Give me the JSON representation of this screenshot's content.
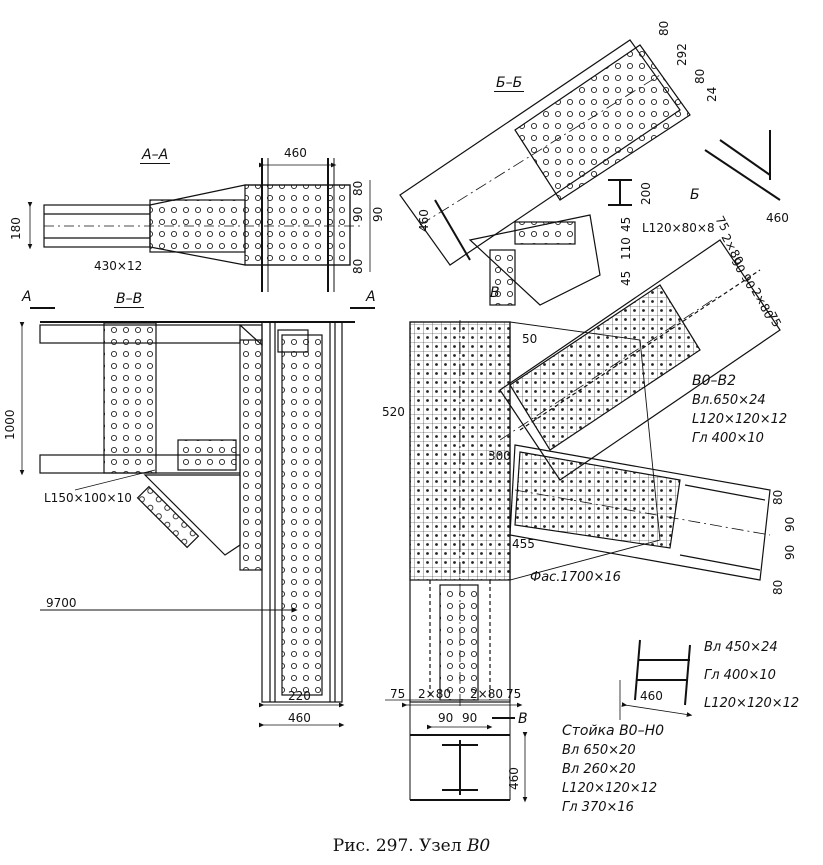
{
  "caption": {
    "prefix": "Рис. 297. Узел ",
    "node": "В0"
  },
  "sections": {
    "aa": "А–А",
    "bb": "Б–Б",
    "vv": "В–В"
  },
  "cut_marks": {
    "a_left": "А",
    "a_right": "А",
    "b": "Б",
    "v_top": "В",
    "v_bottom": "В"
  },
  "section_aa": {
    "d460": "460",
    "d180": "180",
    "d80a": "80",
    "d90a": "90",
    "d90b": "90",
    "d80b": "80",
    "plate": "430×12"
  },
  "section_vv": {
    "d1000": "1000",
    "angle": "L150×100×10",
    "d9700": "9700",
    "d220": "220",
    "d460": "460"
  },
  "column_dims": {
    "d75a": "75",
    "d2x80a": "2×80",
    "d90a": "90",
    "d90b": "90",
    "d2x80b": "2×80",
    "d75b": "75",
    "d520": "520",
    "d300": "300",
    "d455": "455",
    "d50": "50",
    "gusset": "Фас.1700×16"
  },
  "diag_top": {
    "d80": "80",
    "d292": "292",
    "d80b": "80",
    "d24": "24",
    "d460": "460",
    "d200": "200",
    "d45a": "45",
    "d110": "110",
    "d45b": "45",
    "angle": "L120×80×8"
  },
  "diag_upper": {
    "d75a": "75",
    "d2x80": "2×80",
    "d90a": "90",
    "d90b": "90",
    "d2x80b": "2×80",
    "d75b": "75",
    "member": "В0–В2",
    "items": [
      "Вл.650×24",
      "L120×120×12",
      "Гл 400×10"
    ],
    "d460": "460"
  },
  "chord_right": {
    "d80a": "80",
    "d90a": "90",
    "d90b": "90",
    "d80b": "80",
    "items": [
      "Вл 450×24",
      "Гл 400×10",
      "L120×120×12"
    ],
    "d460": "460"
  },
  "column_legend": {
    "title": "Стойка В0–Н0",
    "items": [
      "Вл 650×20",
      "Вл 260×20",
      "L120×120×12",
      "Гл 370×16"
    ],
    "d460": "460"
  }
}
